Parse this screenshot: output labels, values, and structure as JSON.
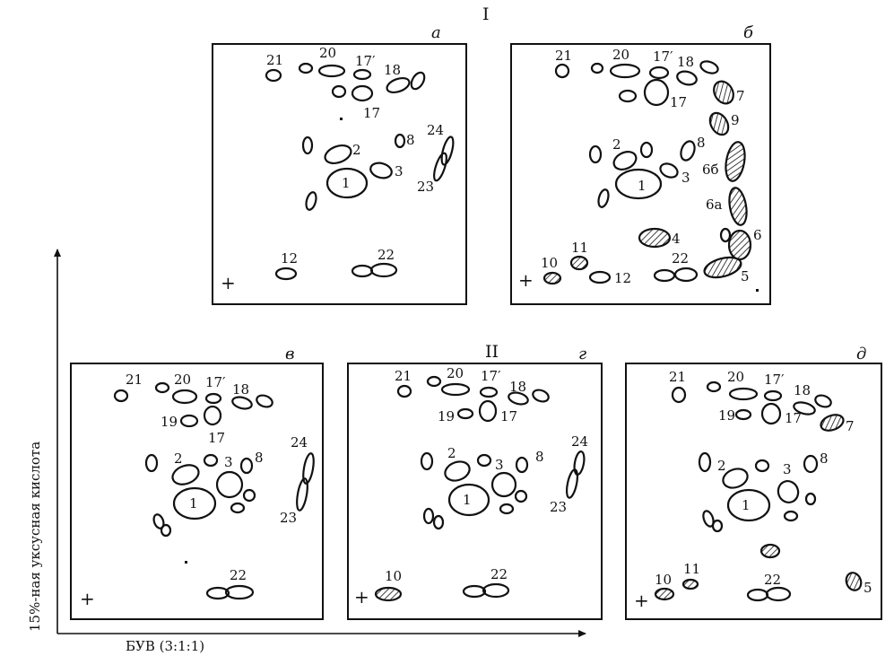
{
  "figure": {
    "axes": {
      "x_label": "БУВ (3:1:1)",
      "y_label": "15%-ная уксусная кислота"
    },
    "groups": [
      {
        "label": "I"
      },
      {
        "label": "II"
      }
    ],
    "panels": [
      {
        "letter": "а",
        "origin_mark": "+",
        "spots": [
          {
            "label": "21",
            "hatched": false
          },
          {
            "label": "20",
            "hatched": false
          },
          {
            "label": "",
            "hatched": false
          },
          {
            "label": "17′",
            "hatched": false
          },
          {
            "label": "18",
            "hatched": false
          },
          {
            "label": "",
            "hatched": false
          },
          {
            "label": "17",
            "hatched": false
          },
          {
            "label": "",
            "hatched": false
          },
          {
            "label": "2",
            "hatched": false
          },
          {
            "label": "8",
            "hatched": false
          },
          {
            "label": "24",
            "hatched": false
          },
          {
            "label": "3",
            "hatched": false
          },
          {
            "label": "23",
            "hatched": false
          },
          {
            "label": "1",
            "hatched": false
          },
          {
            "label": "",
            "hatched": false
          },
          {
            "label": "12",
            "hatched": false
          },
          {
            "label": "22",
            "hatched": false
          },
          {
            "label": "",
            "hatched": false
          }
        ]
      },
      {
        "letter": "б",
        "origin_mark": "+",
        "spots": [
          {
            "label": "21",
            "hatched": false
          },
          {
            "label": "20",
            "hatched": false
          },
          {
            "label": "",
            "hatched": false
          },
          {
            "label": "17′",
            "hatched": false
          },
          {
            "label": "18",
            "hatched": false
          },
          {
            "label": "",
            "hatched": false
          },
          {
            "label": "7",
            "hatched": true
          },
          {
            "label": "17",
            "hatched": false
          },
          {
            "label": "",
            "hatched": false
          },
          {
            "label": "9",
            "hatched": true
          },
          {
            "label": "2",
            "hatched": false
          },
          {
            "label": "8",
            "hatched": false
          },
          {
            "label": "",
            "hatched": false
          },
          {
            "label": "6б",
            "hatched": true
          },
          {
            "label": "3",
            "hatched": false
          },
          {
            "label": "1",
            "hatched": false
          },
          {
            "label": "",
            "hatched": false
          },
          {
            "label": "6а",
            "hatched": true
          },
          {
            "label": "4",
            "hatched": true
          },
          {
            "label": "",
            "hatched": false
          },
          {
            "label": "6",
            "hatched": true
          },
          {
            "label": "11",
            "hatched": true
          },
          {
            "label": "10",
            "hatched": true
          },
          {
            "label": "12",
            "hatched": false
          },
          {
            "label": "22",
            "hatched": false
          },
          {
            "label": "",
            "hatched": false
          },
          {
            "label": "5",
            "hatched": true
          }
        ]
      },
      {
        "letter": "в",
        "origin_mark": "+",
        "spots": [
          {
            "label": "21",
            "hatched": false
          },
          {
            "label": "20",
            "hatched": false
          },
          {
            "label": "",
            "hatched": false
          },
          {
            "label": "17′",
            "hatched": false
          },
          {
            "label": "18",
            "hatched": false
          },
          {
            "label": "",
            "hatched": false
          },
          {
            "label": "19",
            "hatched": false
          },
          {
            "label": "17",
            "hatched": false
          },
          {
            "label": "",
            "hatched": false
          },
          {
            "label": "2",
            "hatched": false
          },
          {
            "label": "3",
            "hatched": false
          },
          {
            "label": "",
            "hatched": false
          },
          {
            "label": "8",
            "hatched": false
          },
          {
            "label": "24",
            "hatched": false
          },
          {
            "label": "23",
            "hatched": false
          },
          {
            "label": "1",
            "hatched": false
          },
          {
            "label": "",
            "hatched": false
          },
          {
            "label": "",
            "hatched": false
          },
          {
            "label": "",
            "hatched": false
          },
          {
            "label": "",
            "hatched": false
          },
          {
            "label": "22",
            "hatched": false
          },
          {
            "label": "",
            "hatched": false
          }
        ]
      },
      {
        "letter": "г",
        "origin_mark": "+",
        "spots": [
          {
            "label": "21",
            "hatched": false
          },
          {
            "label": "20",
            "hatched": false
          },
          {
            "label": "",
            "hatched": false
          },
          {
            "label": "17′",
            "hatched": false
          },
          {
            "label": "18",
            "hatched": false
          },
          {
            "label": "",
            "hatched": false
          },
          {
            "label": "19",
            "hatched": false
          },
          {
            "label": "17",
            "hatched": false
          },
          {
            "label": "2",
            "hatched": false
          },
          {
            "label": "3",
            "hatched": false
          },
          {
            "label": "",
            "hatched": false
          },
          {
            "label": "8",
            "hatched": false
          },
          {
            "label": "24",
            "hatched": false
          },
          {
            "label": "23",
            "hatched": false
          },
          {
            "label": "1",
            "hatched": false
          },
          {
            "label": "",
            "hatched": false
          },
          {
            "label": "",
            "hatched": false
          },
          {
            "label": "",
            "hatched": false
          },
          {
            "label": "",
            "hatched": false
          },
          {
            "label": "10",
            "hatched": true
          },
          {
            "label": "22",
            "hatched": false
          },
          {
            "label": "",
            "hatched": false
          }
        ]
      },
      {
        "letter": "д",
        "origin_mark": "+",
        "spots": [
          {
            "label": "21",
            "hatched": false
          },
          {
            "label": "20",
            "hatched": false
          },
          {
            "label": "",
            "hatched": false
          },
          {
            "label": "17′",
            "hatched": false
          },
          {
            "label": "18",
            "hatched": false
          },
          {
            "label": "",
            "hatched": false
          },
          {
            "label": "19",
            "hatched": false
          },
          {
            "label": "17",
            "hatched": false
          },
          {
            "label": "7",
            "hatched": true
          },
          {
            "label": "2",
            "hatched": false
          },
          {
            "label": "",
            "hatched": false
          },
          {
            "label": "3",
            "hatched": false
          },
          {
            "label": "8",
            "hatched": false
          },
          {
            "label": "1",
            "hatched": false
          },
          {
            "label": "",
            "hatched": false
          },
          {
            "label": "",
            "hatched": false
          },
          {
            "label": "",
            "hatched": false
          },
          {
            "label": "",
            "hatched": true
          },
          {
            "label": "10",
            "hatched": true
          },
          {
            "label": "11",
            "hatched": true
          },
          {
            "label": "22",
            "hatched": false
          },
          {
            "label": "",
            "hatched": false
          },
          {
            "label": "5",
            "hatched": true
          }
        ]
      }
    ]
  }
}
